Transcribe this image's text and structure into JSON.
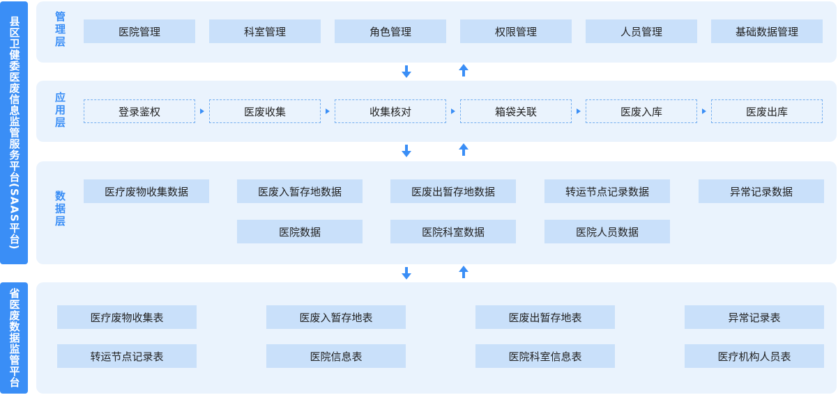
{
  "sidebar": {
    "county": "县区卫健委医废信息监管服务平台(SAAS平台)",
    "province": "省医废数据监管平台"
  },
  "management": {
    "label": "管理层",
    "items": [
      "医院管理",
      "科室管理",
      "角色管理",
      "权限管理",
      "人员管理",
      "基础数据管理"
    ]
  },
  "application": {
    "label": "应用层",
    "steps": [
      "登录鉴权",
      "医废收集",
      "收集核对",
      "箱袋关联",
      "医废入库",
      "医废出库"
    ]
  },
  "data_layer": {
    "label": "数据层",
    "row1": [
      "医疗废物收集数据",
      "医废入暂存地数据",
      "医废出暂存地数据",
      "转运节点记录数据",
      "异常记录数据"
    ],
    "row2": [
      "医院数据",
      "医院科室数据",
      "医院人员数据"
    ]
  },
  "province_tables": {
    "row1": [
      "医疗废物收集表",
      "医废入暂存地表",
      "医废出暂存地表",
      "异常记录表"
    ],
    "row2": [
      "转运节点记录表",
      "医院信息表",
      "医院科室信息表",
      "医疗机构人员表"
    ]
  },
  "colors": {
    "accent": "#3a8ef6",
    "panel": "#eaf3fd",
    "box": "#c9e0fa"
  }
}
